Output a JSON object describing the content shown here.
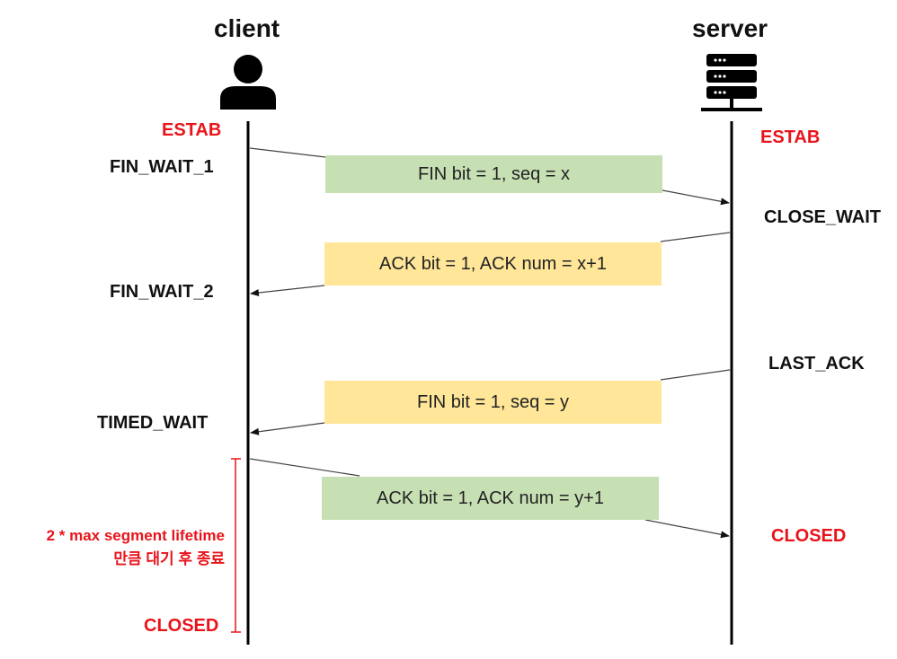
{
  "participants": {
    "client": "client",
    "server": "server"
  },
  "client_states": {
    "estab": "ESTAB",
    "fin_wait_1": "FIN_WAIT_1",
    "fin_wait_2": "FIN_WAIT_2",
    "timed_wait": "TIMED_WAIT",
    "closed": "CLOSED"
  },
  "server_states": {
    "estab": "ESTAB",
    "close_wait": "CLOSE_WAIT",
    "last_ack": "LAST_ACK",
    "closed": "CLOSED"
  },
  "messages": [
    {
      "text": "FIN bit = 1, seq = x",
      "color": "#c6e0b4",
      "direction": "client-to-server"
    },
    {
      "text": "ACK bit = 1, ACK num = x+1",
      "color": "#ffe699",
      "direction": "server-to-client"
    },
    {
      "text": "FIN bit = 1, seq = y",
      "color": "#ffe699",
      "direction": "server-to-client"
    },
    {
      "text": "ACK bit = 1, ACK num = y+1",
      "color": "#c6e0b4",
      "direction": "client-to-server"
    }
  ],
  "wait_note": {
    "line1": "2 * max segment lifetime",
    "line2": "만큼 대기 후 종료"
  },
  "colors": {
    "red_state": "#e8141b",
    "green_box": "#c6e0b4",
    "yellow_box": "#ffe699"
  },
  "icons": {
    "client": "person-icon",
    "server": "server-icon"
  }
}
